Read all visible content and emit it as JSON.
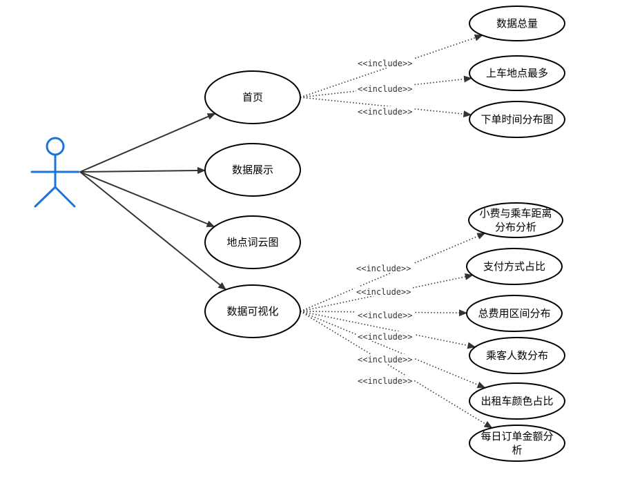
{
  "actor": {
    "icon": "stick-figure-actor-icon",
    "color": "#1a73d9"
  },
  "nodes": [
    {
      "id": "home",
      "lines": [
        "首页"
      ]
    },
    {
      "id": "display",
      "lines": [
        "数据展示"
      ]
    },
    {
      "id": "wordcloud",
      "lines": [
        "地点词云图"
      ]
    },
    {
      "id": "viz",
      "lines": [
        "数据可视化"
      ]
    },
    {
      "id": "total",
      "lines": [
        "数据总量"
      ]
    },
    {
      "id": "pickup",
      "lines": [
        "上车地点最多"
      ]
    },
    {
      "id": "ordertime",
      "lines": [
        "下单时间分布图"
      ]
    },
    {
      "id": "tipdist",
      "lines": [
        "小费与乘车距离",
        "分布分析"
      ]
    },
    {
      "id": "payment",
      "lines": [
        "支付方式占比"
      ]
    },
    {
      "id": "fare",
      "lines": [
        "总费用区间分布"
      ]
    },
    {
      "id": "passengers",
      "lines": [
        "乘客人数分布"
      ]
    },
    {
      "id": "taxicolor",
      "lines": [
        "出租车颜色占比"
      ]
    },
    {
      "id": "dailyamount",
      "lines": [
        "每日订单金额分",
        "析"
      ]
    }
  ],
  "edges": [
    {
      "from": "actor",
      "to": "home",
      "style": "solid",
      "label": ""
    },
    {
      "from": "actor",
      "to": "display",
      "style": "solid",
      "label": ""
    },
    {
      "from": "actor",
      "to": "wordcloud",
      "style": "solid",
      "label": ""
    },
    {
      "from": "actor",
      "to": "viz",
      "style": "solid",
      "label": ""
    },
    {
      "from": "home",
      "to": "total",
      "style": "dotted",
      "label": "<<include>>"
    },
    {
      "from": "home",
      "to": "pickup",
      "style": "dotted",
      "label": "<<include>>"
    },
    {
      "from": "home",
      "to": "ordertime",
      "style": "dotted",
      "label": "<<include>>"
    },
    {
      "from": "viz",
      "to": "tipdist",
      "style": "dotted",
      "label": "<<include>>"
    },
    {
      "from": "viz",
      "to": "payment",
      "style": "dotted",
      "label": "<<include>>"
    },
    {
      "from": "viz",
      "to": "fare",
      "style": "dotted",
      "label": "<<include>>"
    },
    {
      "from": "viz",
      "to": "passengers",
      "style": "dotted",
      "label": "<<include>>"
    },
    {
      "from": "viz",
      "to": "taxicolor",
      "style": "dotted",
      "label": "<<include>>"
    },
    {
      "from": "viz",
      "to": "dailyamount",
      "style": "dotted",
      "label": "<<include>>"
    }
  ]
}
